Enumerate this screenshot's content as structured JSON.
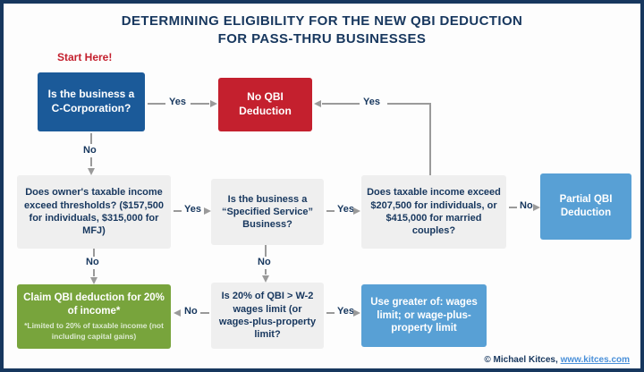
{
  "title": {
    "line1": "DETERMINING ELIGIBILITY FOR THE NEW QBI DEDUCTION",
    "line2": "FOR PASS-THRU BUSINESSES"
  },
  "start_label": "Start Here!",
  "labels": {
    "yes": "Yes",
    "no": "No"
  },
  "nodes": {
    "c_corporation": "Is the business a C-Corporation?",
    "no_qbi": "No QBI Deduction",
    "thresholds": "Does owner's taxable income exceed thresholds? ($157,500 for individuals, $315,000 for MFJ)",
    "specified_service": "Is the business a “Specified Service” Business?",
    "taxable_income": "Does taxable income exceed $207,500 for individuals, or $415,000 for married couples?",
    "partial_qbi": "Partial QBI Deduction",
    "claim_qbi": "Claim QBI deduction for 20% of income*",
    "claim_qbi_footnote": "*Limited to 20% of taxable income (not including capital gains)",
    "wages_limit_question": "Is 20% of QBI > W-2 wages limit (or wages-plus-property limit?",
    "use_greater": "Use greater of: wages limit; or wage-plus-property limit"
  },
  "footer": {
    "copyright": "© Michael Kitces,",
    "link": "www.kitces.com"
  },
  "colors": {
    "border_navy": "#17375e",
    "title_text": "#17375e",
    "dark_blue_box": "#1b5a99",
    "red_box": "#c4202e",
    "gray_box": "#efefef",
    "light_blue_box": "#58a0d5",
    "green_box": "#78a43c",
    "green_footnote_text": "#dcead0",
    "start_here_red": "#c4202e",
    "connector_gray": "#9a9a9a",
    "link_blue": "#4a90d9"
  }
}
